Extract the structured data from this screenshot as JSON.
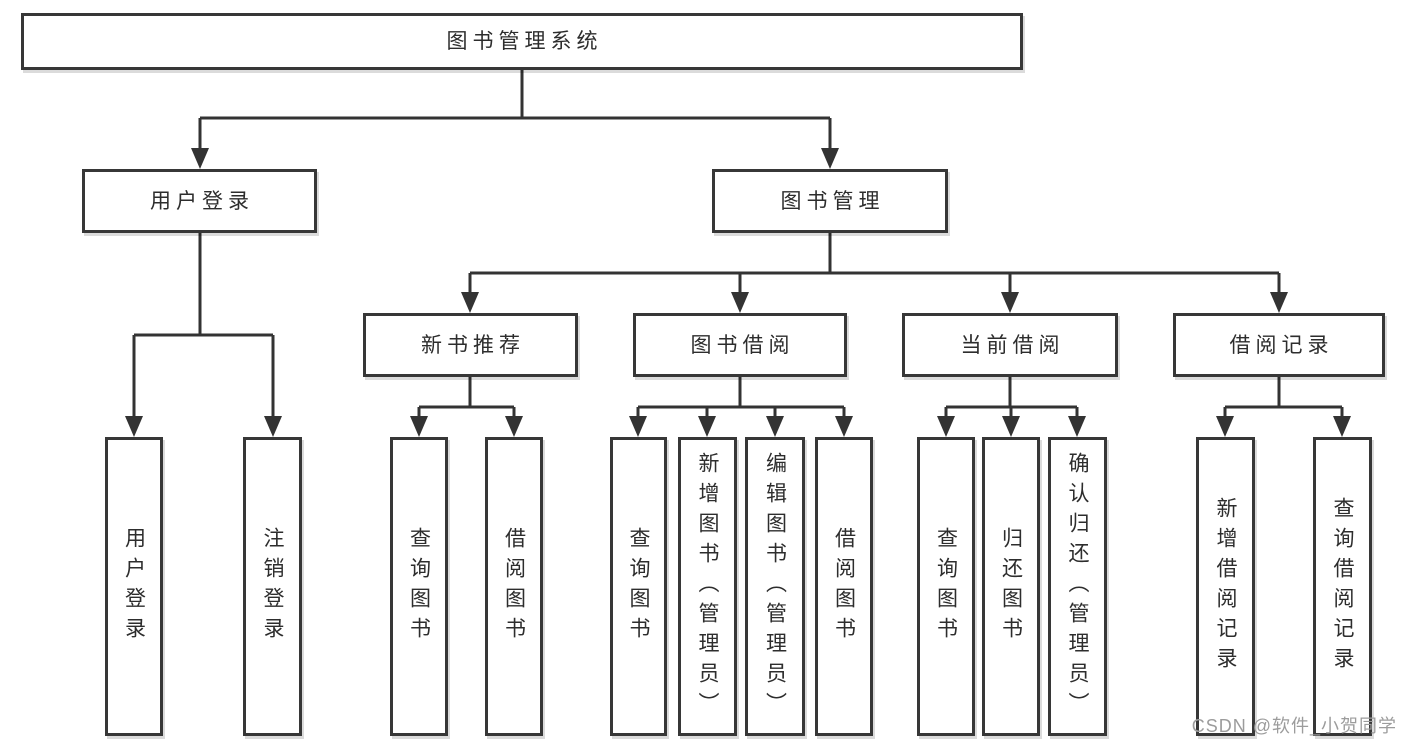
{
  "colors": {
    "line": "#333333",
    "box_border": "#373737",
    "text": "#2d2d2d",
    "background": "#ffffff",
    "watermark": "#9c9c9c"
  },
  "tree": {
    "label": "图书管理系统",
    "children": [
      {
        "label": "用户登录",
        "children": [
          {
            "label": "用户登录"
          },
          {
            "label": "注销登录"
          }
        ]
      },
      {
        "label": "图书管理",
        "children": [
          {
            "label": "新书推荐",
            "children": [
              {
                "label": "查询图书"
              },
              {
                "label": "借阅图书"
              }
            ]
          },
          {
            "label": "图书借阅",
            "children": [
              {
                "label": "查询图书"
              },
              {
                "label": "新增图书（管理员）"
              },
              {
                "label": "编辑图书（管理员）"
              },
              {
                "label": "借阅图书"
              }
            ]
          },
          {
            "label": "当前借阅",
            "children": [
              {
                "label": "查询图书"
              },
              {
                "label": "归还图书"
              },
              {
                "label": "确认归还（管理员）"
              }
            ]
          },
          {
            "label": "借阅记录",
            "children": [
              {
                "label": "新增借阅记录"
              },
              {
                "label": "查询借阅记录"
              }
            ]
          }
        ]
      }
    ]
  },
  "watermark": {
    "text": "CSDN @软件_小贺同学"
  }
}
